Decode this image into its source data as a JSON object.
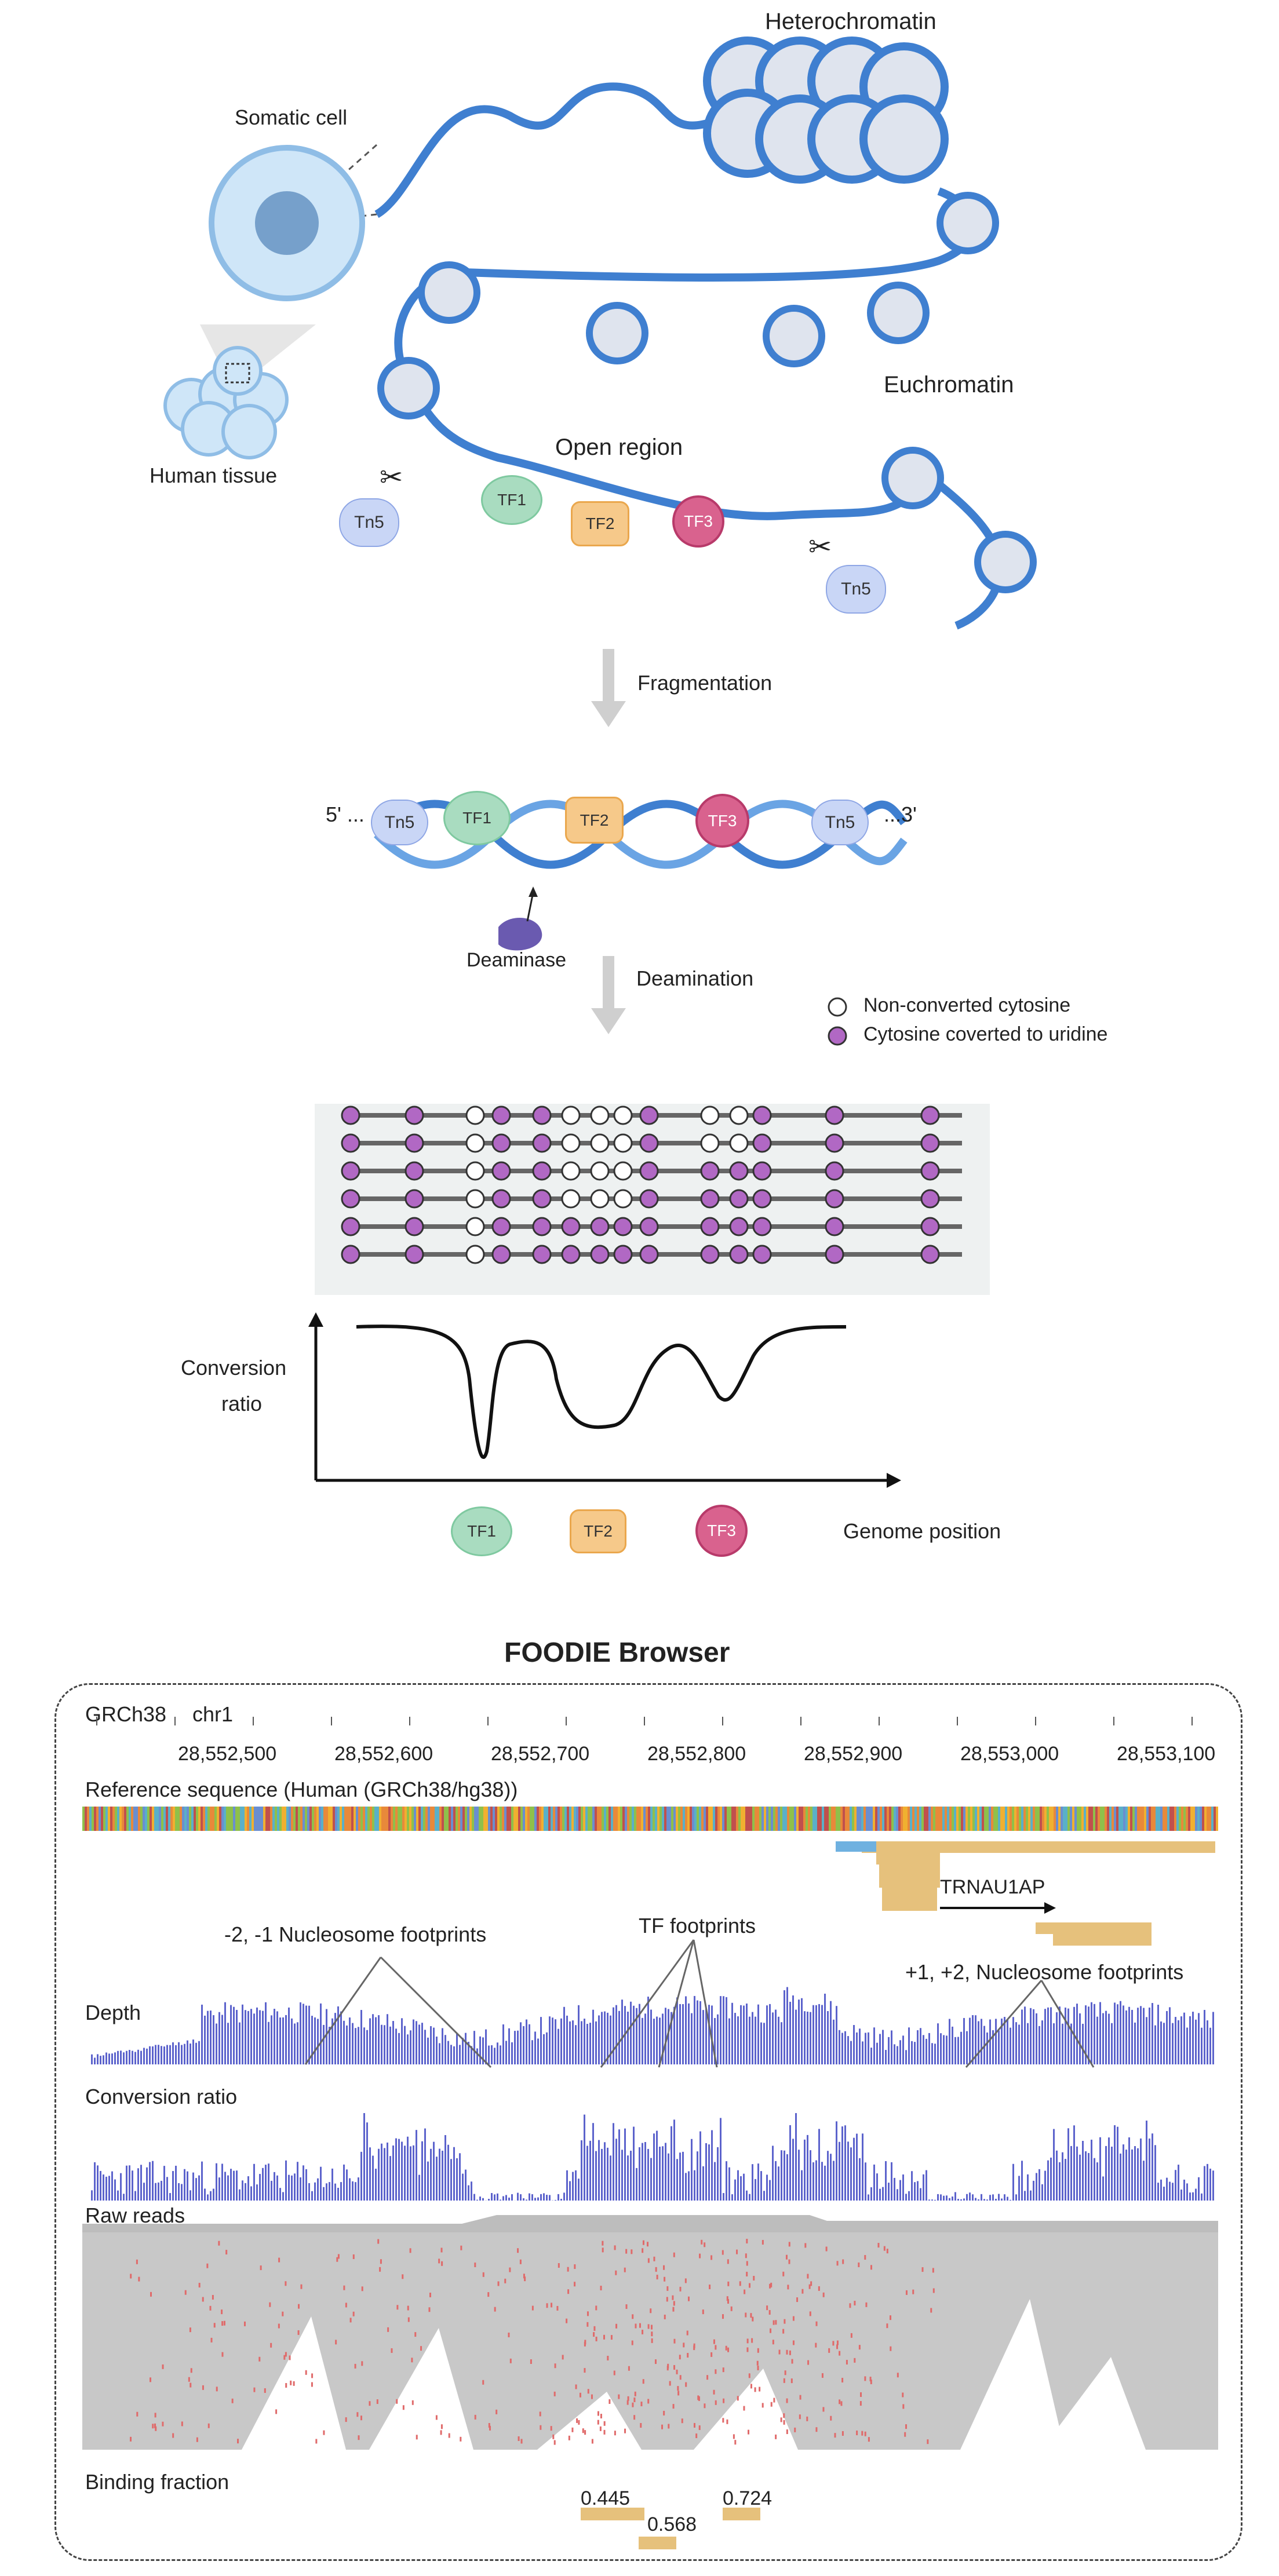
{
  "diagram": {
    "labels": {
      "somatic_cell": "Somatic cell",
      "human_tissue": "Human tissue",
      "heterochromatin": "Heterochromatin",
      "euchromatin": "Euchromatin",
      "open_region": "Open region",
      "tn5": "Tn5",
      "tf1": "TF1",
      "tf2": "TF2",
      "tf3": "TF3",
      "fragmentation": "Fragmentation",
      "five_prime": "5' ...",
      "three_prime": "...3'",
      "deaminase": "Deaminase",
      "deamination": "Deamination",
      "legend_non_converted": "Non-converted cytosine",
      "legend_converted": "Cytosine coverted to uridine",
      "conversion_ratio_line1": "Conversion",
      "conversion_ratio_line2": "ratio",
      "genome_position": "Genome position"
    },
    "colors": {
      "dna_blue": "#3f7fd0",
      "nucleosome": "#dfe4ee",
      "converted": "#b168c4",
      "tf1": "#a9dcc0",
      "tf2": "#f6c98a",
      "tf3": "#d9628e"
    },
    "reads_pattern": [
      "CCOCCOOOCOOCC",
      "CCOCCOOOCOOCC",
      "CCOCCOOOCCCCC",
      "CCOCCOOOCCCCC",
      "CCOCCCCCCCCCC",
      "CCOCCCCCCCCCC"
    ]
  },
  "browser": {
    "title": "FOODIE Browser",
    "assembly": "GRCh38",
    "chrom": "chr1",
    "positions": [
      "28,552,500",
      "28,552,600",
      "28,552,700",
      "28,552,800",
      "28,552,900",
      "28,553,000",
      "28,553,100"
    ],
    "reference_label": "Reference sequence (Human (GRCh38/hg38))",
    "gene_label": "TRNAU1AP",
    "annotations": {
      "nucleosome_left": "-2, -1 Nucleosome footprints",
      "tf_footprints": "TF footprints",
      "nucleosome_right": "+1, +2, Nucleosome footprints"
    },
    "tracks": {
      "depth": "Depth",
      "conversion": "Conversion ratio",
      "raw_reads": "Raw reads",
      "binding": "Binding fraction"
    },
    "binding_values": [
      "0.445",
      "0.568",
      "0.724"
    ],
    "colors": {
      "track_bar": "#5c63cc",
      "read_gray": "#c8c8c8",
      "mismatch_red": "#e06a6a",
      "gene_box": "#e6c17c",
      "blue_box": "#6fb1e0"
    }
  }
}
